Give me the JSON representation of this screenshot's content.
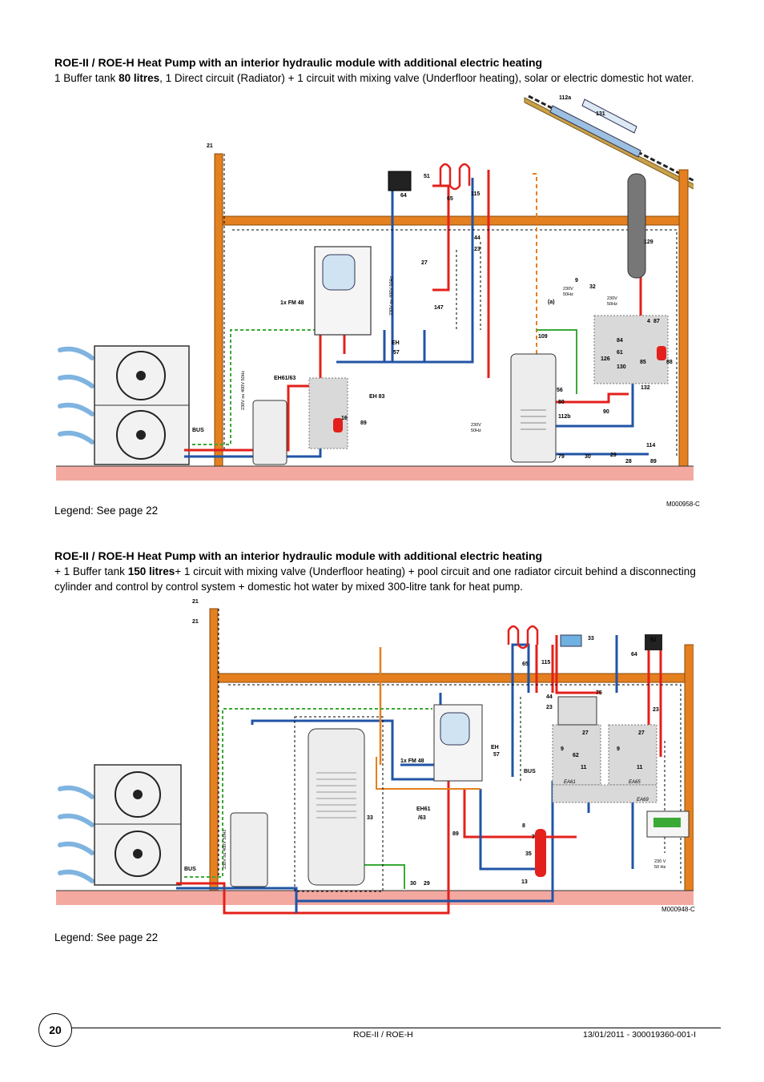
{
  "section1": {
    "title": "ROE-II / ROE-H Heat Pump with an interior hydraulic module with additional electric heating",
    "subtitle_pre": "1 Buffer tank ",
    "subtitle_bold": "80 litres",
    "subtitle_post": ", 1 Direct circuit (Radiator) + 1 circuit with mixing valve (Underfloor heating), solar or electric domestic hot water.",
    "legend": "Legend: See page 22",
    "figure_id": "M000958-C",
    "labels": {
      "l21": "21",
      "l51": "51",
      "l64": "64",
      "l65": "65",
      "l115": "115",
      "l44": "44",
      "l23": "23",
      "l27": "27",
      "l147": "147",
      "fm48": "1x FM 48",
      "eh": "EH",
      "l57": "57",
      "eh6163": "EH61/63",
      "eh83": "EH 83",
      "l16": "16",
      "l89": "89",
      "bus": "BUS",
      "l109": "109",
      "l56": "56",
      "l80": "80",
      "l112b": "112b",
      "l79": "79",
      "l30": "30",
      "l29": "29",
      "l28": "28",
      "l114": "114",
      "l90": "90",
      "l112a": "112a",
      "l131": "131",
      "l129": "129",
      "l126": "126",
      "l84": "84",
      "l61": "61",
      "l85": "85",
      "l130": "130",
      "l132": "132",
      "l88": "88",
      "l87": "87",
      "l4": "4",
      "l9": "9",
      "l32": "32",
      "la": "(a)",
      "v230": "230V",
      "hz50": "50Hz",
      "power_vert": "230V ou 400V 50Hz"
    }
  },
  "section2": {
    "title": "ROE-II / ROE-H Heat Pump with an interior hydraulic module with additional electric heating",
    "subtitle_pre": "+ 1 Buffer tank ",
    "subtitle_bold": "150 litres",
    "subtitle_post": "+ 1 circuit with mixing valve (Underfloor heating) + pool circuit and one radiator circuit behind a disconnecting cylinder and control by control system + domestic hot water by mixed 300-litre tank for heat pump.",
    "legend": "Legend: See page 22",
    "figure_id": "M000948-C",
    "labels": {
      "l21": "21",
      "l65": "65",
      "l115": "115",
      "l33": "33",
      "l64": "64",
      "l51": "51",
      "l44": "44",
      "l23": "23",
      "l75": "75",
      "l27": "27",
      "l9": "9",
      "l11": "11",
      "l62": "62",
      "ea61": "EA61",
      "ea65": "EA65",
      "ea69": "EA69",
      "fm48": "1x FM 48",
      "eh": "EH",
      "l57": "57",
      "bus": "BUS",
      "eh61": "EH61",
      "l63": "/63",
      "l89": "89",
      "l8": "8",
      "l7": "7",
      "l35": "35",
      "l13": "13",
      "l30": "30",
      "l29": "29",
      "v230": "230 V",
      "hz50": "50 Hz",
      "power_vert": "230V ou 400V 50Hz"
    }
  },
  "footer": {
    "page": "20",
    "doc": "ROE-II / ROE-H",
    "ref": "13/01/2011 - 300019360-001-I"
  },
  "colors": {
    "timber": "#E4801F",
    "hot": "#E3201B",
    "cold": "#2154A6",
    "ground": "#F4A9A0",
    "green": "#3AA935",
    "grey_module": "#D9D9D9"
  }
}
